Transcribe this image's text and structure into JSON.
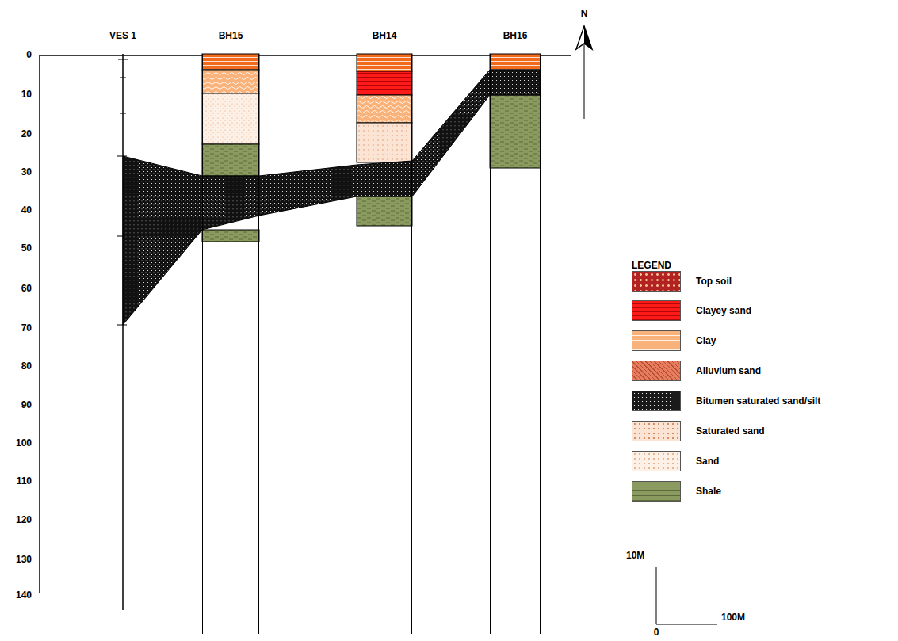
{
  "diagram": {
    "nodes": [
      {
        "text": [
          "BH15"
        ]
      },
      {
        "text": [
          "BH14"
        ]
      },
      {
        "text": [
          "BH16"
        ]
      }
    ],
    "labels": [
      "VES 1",
      "N",
      "0",
      "10",
      "20",
      "30",
      "40",
      "50",
      "60",
      "70",
      "80",
      "90",
      "100",
      "110",
      "120",
      "130",
      "140",
      "LEGEND",
      "10M",
      "0",
      "100M"
    ],
    "legend": [
      {
        "text": "Top soil",
        "color": "#b22222"
      },
      {
        "text": "Clayey sand",
        "color": "#ff1a1a"
      },
      {
        "text": "Clay",
        "color": "#f8b27a"
      },
      {
        "text": "Alluvium sand",
        "color": "#e97c5d"
      },
      {
        "text": "Bitumen saturated sand/silt",
        "color": "#1a1a1a"
      },
      {
        "text": "Saturated sand",
        "color": "#fbe4d4"
      },
      {
        "text": "Sand",
        "color": "#fdf0e6"
      },
      {
        "text": "Shale",
        "color": "#8b9a5e"
      }
    ]
  }
}
